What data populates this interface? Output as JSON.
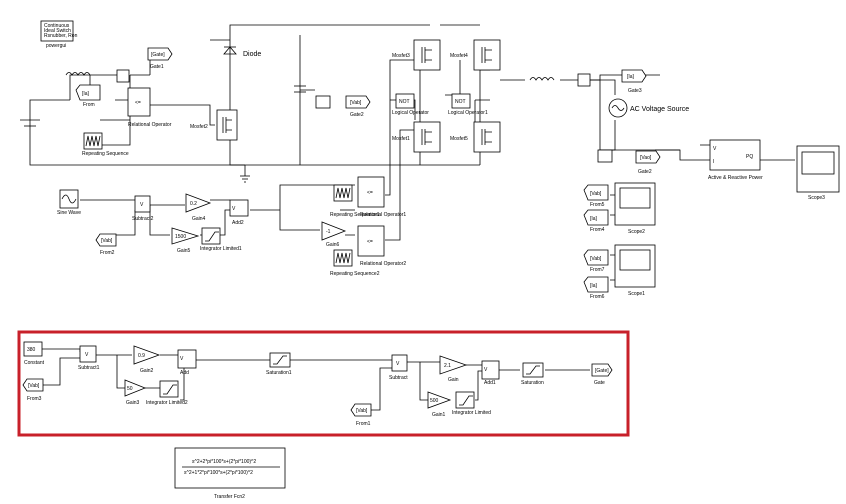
{
  "powergui": {
    "text": [
      "Continuous",
      "Ideal Switch",
      "Rsnubber, Ron"
    ],
    "label": "powergui"
  },
  "goto": {
    "gate": "[Gate]",
    "vab": "[Vab]",
    "ia": "[Ia]",
    "vao": "[Vao]"
  },
  "from": {
    "ia": "[Ia]",
    "vab1": "[Vab]",
    "ia2": "[Ia]",
    "vab2": "[Vab]",
    "ia3": "[Ia]"
  },
  "labels": {
    "gate1": "Gate1",
    "gate2": "Gate2",
    "gate3": "Gate3",
    "gate": "Gate",
    "diode": "Diode",
    "from": "From",
    "from1": "From1",
    "from2": "From2",
    "from3": "From3",
    "from4": "From4",
    "from5": "From5",
    "from6": "From6",
    "from7": "From7",
    "relop": "Relational Operator",
    "relop1": "Relational Operator1",
    "relop2": "Relational Operator2",
    "rep": "Repeating Sequence",
    "rep1": "Repeating Sequence1",
    "rep2": "Repeating Sequence2",
    "mosfet1": "Mosfet1",
    "mosfet2": "Mosfet2",
    "mosfet3": "Mosfet3",
    "mosfet4": "Mosfet4",
    "mosfet5": "Mosfet5",
    "not_lo": "Logical Operator",
    "not_lo1": "Logical Operator1",
    "ac_source": "AC Voltage Source",
    "pq": "Active & Reactive Power",
    "scope1": "Scope1",
    "scope2": "Scope2",
    "scope3": "Scope3",
    "sine": "Sine Wave",
    "subtract": "Subtract",
    "subtract1": "Subtract1",
    "subtract2": "Subtract2",
    "gain": "Gain",
    "gain1": "Gain1",
    "gain2": "Gain2",
    "gain3": "Gain3",
    "gain4": "Gain4",
    "gain5": "Gain5",
    "gain6": "Gain6",
    "add": "Add",
    "add1": "Add1",
    "add2": "Add2",
    "integ": "Integrator Limited",
    "integ1": "Integrator Limited1",
    "integ2": "Integrator Limited2",
    "saturation": "Saturation",
    "saturation1": "Saturation1",
    "constant": "Constant",
    "tf": "Transfer Fcn2"
  },
  "values": {
    "gain4": "0.2",
    "gain5": "1500",
    "gain6": "-1",
    "gain2": "0.9",
    "gain3": "50",
    "gain": "2.1",
    "gain1": "500",
    "constant": "380",
    "not": "NOT",
    "relop": "<=",
    "pq": "PQ",
    "tf_num": "s^2+2*pi*100*s+(2*pi*100)^2",
    "tf_den": "s^2+1*2*pi*100*s+(2*pi*100)^2",
    "pq_in1": "V",
    "pq_in2": "I"
  },
  "colors": {
    "highlight": "#c8202a"
  }
}
